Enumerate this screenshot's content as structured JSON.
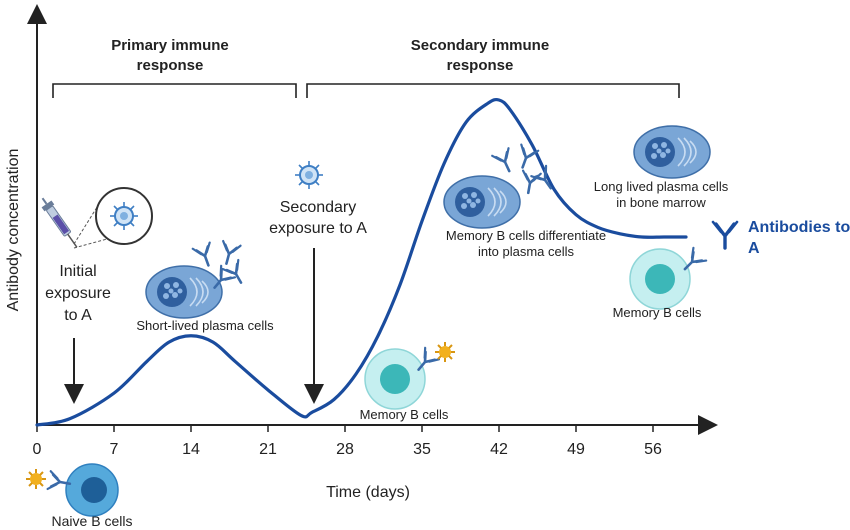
{
  "chart_data": {
    "type": "line",
    "xlabel": "Time (days)",
    "ylabel": "Antibody concentration",
    "x_ticks": [
      0,
      7,
      14,
      21,
      28,
      35,
      42,
      49,
      56
    ],
    "xlim": [
      0,
      59
    ],
    "series": [
      {
        "name": "Antibodies to A",
        "color": "#1a4c9e",
        "x": [
          0,
          3,
          7,
          10,
          12,
          14,
          16,
          18,
          21,
          24,
          25,
          27,
          29,
          31,
          33,
          35,
          37,
          39,
          41,
          42,
          43,
          45,
          47,
          49,
          51,
          53,
          55,
          57,
          59
        ],
        "y": [
          0.0,
          0.02,
          0.1,
          0.2,
          0.26,
          0.28,
          0.26,
          0.2,
          0.11,
          0.03,
          0.04,
          0.08,
          0.16,
          0.28,
          0.44,
          0.64,
          0.82,
          0.95,
          1.01,
          1.02,
          0.99,
          0.88,
          0.74,
          0.66,
          0.62,
          0.6,
          0.59,
          0.59,
          0.59
        ]
      }
    ]
  },
  "labels": {
    "primary_response": [
      "Primary immune",
      "response"
    ],
    "secondary_response": [
      "Secondary immune",
      "response"
    ],
    "initial_exposure": [
      "Initial",
      "exposure",
      "to A"
    ],
    "secondary_exposure": [
      "Secondary",
      "exposure to A"
    ],
    "short_lived": "Short-lived plasma cells",
    "memory_diff": [
      "Memory B cells differentiate",
      "into plasma cells"
    ],
    "long_lived": [
      "Long lived plasma cells",
      "in bone marrow"
    ],
    "memory_b_center": "Memory B cells",
    "memory_b_right": "Memory B cells",
    "antibodies_to": [
      "Antibodies to",
      "A"
    ],
    "naive_b": "Naive B cells"
  },
  "colors": {
    "curve": "#1a4c9e",
    "plasma_cell": "#6b9bd1",
    "nucleus": "#2f5f9e",
    "memory_cell": "#b9ecec",
    "memory_nucleus": "#3ab3b3",
    "naive_cell": "#4fa6d8",
    "naive_nucleus": "#1e5f98",
    "antigen": "#f2b01e",
    "virus": "#3f7fc4"
  },
  "icons": [
    "syringe-icon",
    "virus-icon",
    "antibody-icon",
    "plasma-cell-icon",
    "memory-b-cell-icon",
    "naive-b-cell-icon",
    "antigen-icon"
  ]
}
